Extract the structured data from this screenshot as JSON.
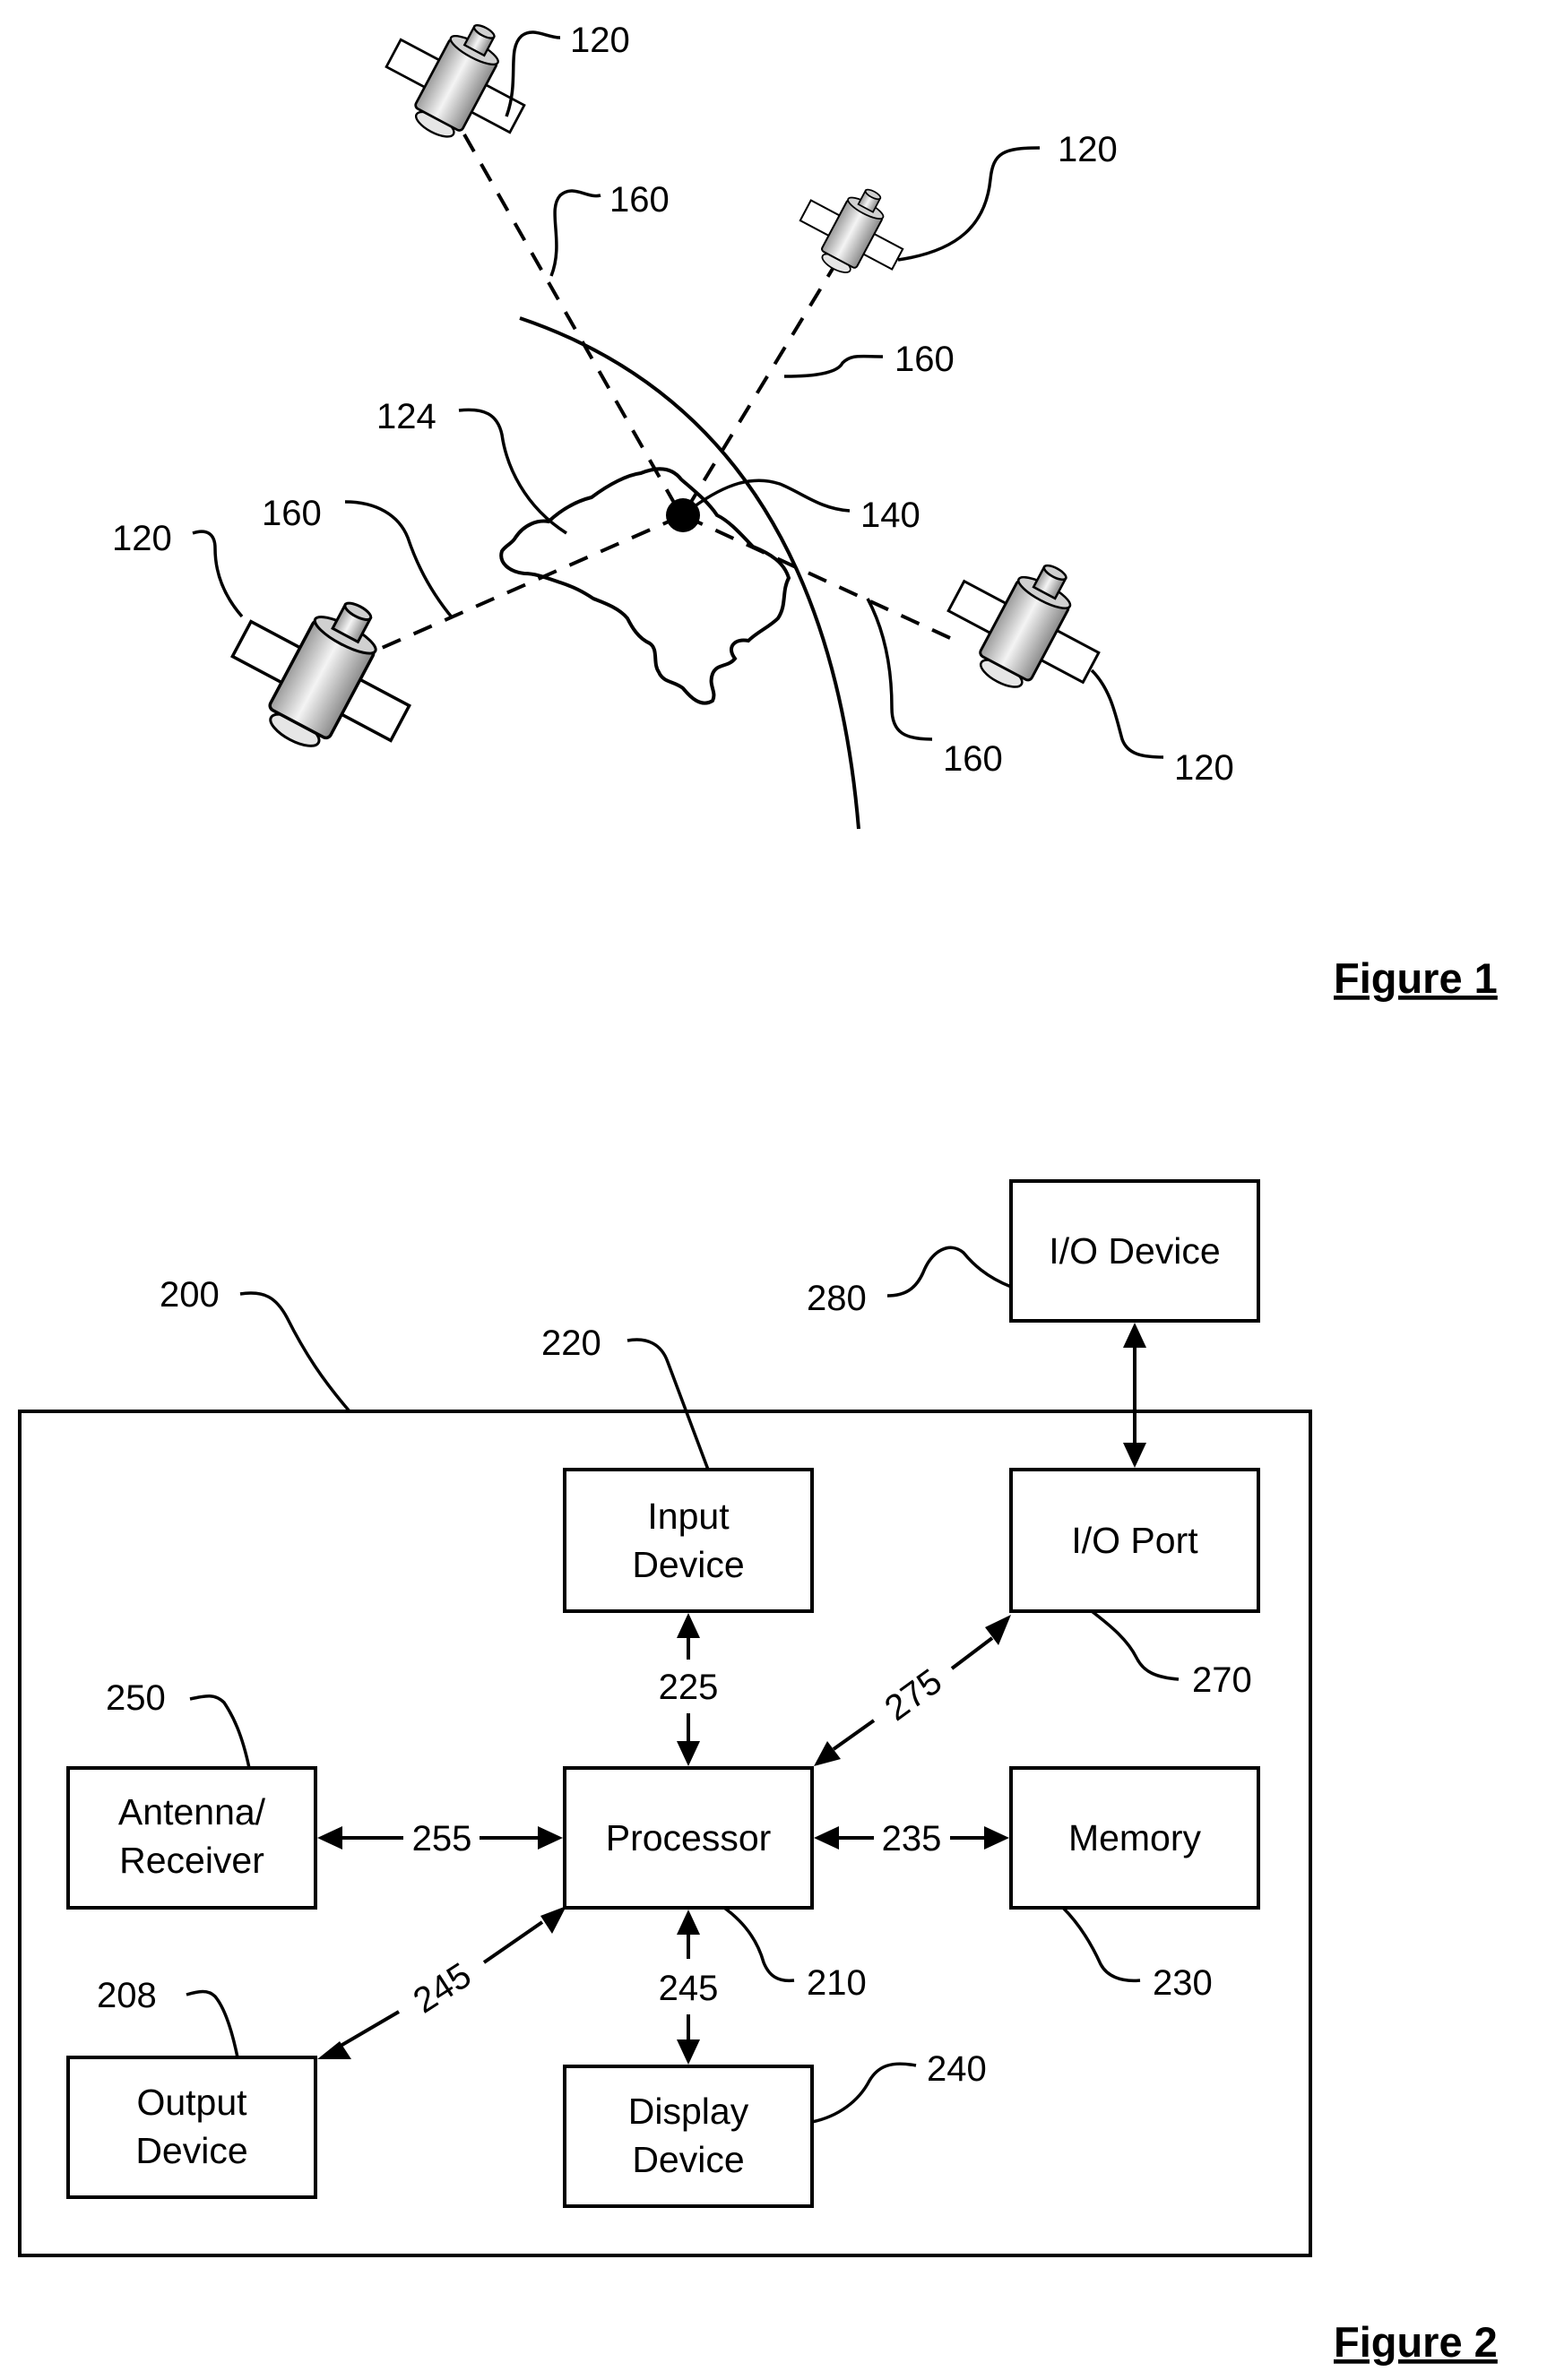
{
  "figure1": {
    "caption": "Figure 1",
    "labels": {
      "sat_top_left": "120",
      "sat_top_right": "120",
      "sat_left": "120",
      "sat_right": "120",
      "link_top_left": "160",
      "link_top_right": "160",
      "link_left": "160",
      "link_right": "160",
      "landmass": "124",
      "receiver": "140"
    }
  },
  "figure2": {
    "caption": "Figure 2",
    "device_ref": "200",
    "blocks": {
      "io_device": {
        "label": "I/O Device",
        "ref": "280"
      },
      "input_device": {
        "line1": "Input",
        "line2": "Device",
        "ref": "220"
      },
      "io_port": {
        "label": "I/O Port",
        "ref": "270"
      },
      "antenna": {
        "line1": "Antenna/",
        "line2": "Receiver",
        "ref": "250"
      },
      "processor": {
        "label": "Processor",
        "ref": "210"
      },
      "memory": {
        "label": "Memory",
        "ref": "230"
      },
      "output_device": {
        "line1": "Output",
        "line2": "Device",
        "ref": "208"
      },
      "display_device": {
        "line1": "Display",
        "line2": "Device",
        "ref": "240"
      }
    },
    "connections": {
      "input_processor": "225",
      "processor_ioport": "275",
      "antenna_processor": "255",
      "processor_memory": "235",
      "processor_output": "245",
      "processor_display": "245"
    }
  }
}
